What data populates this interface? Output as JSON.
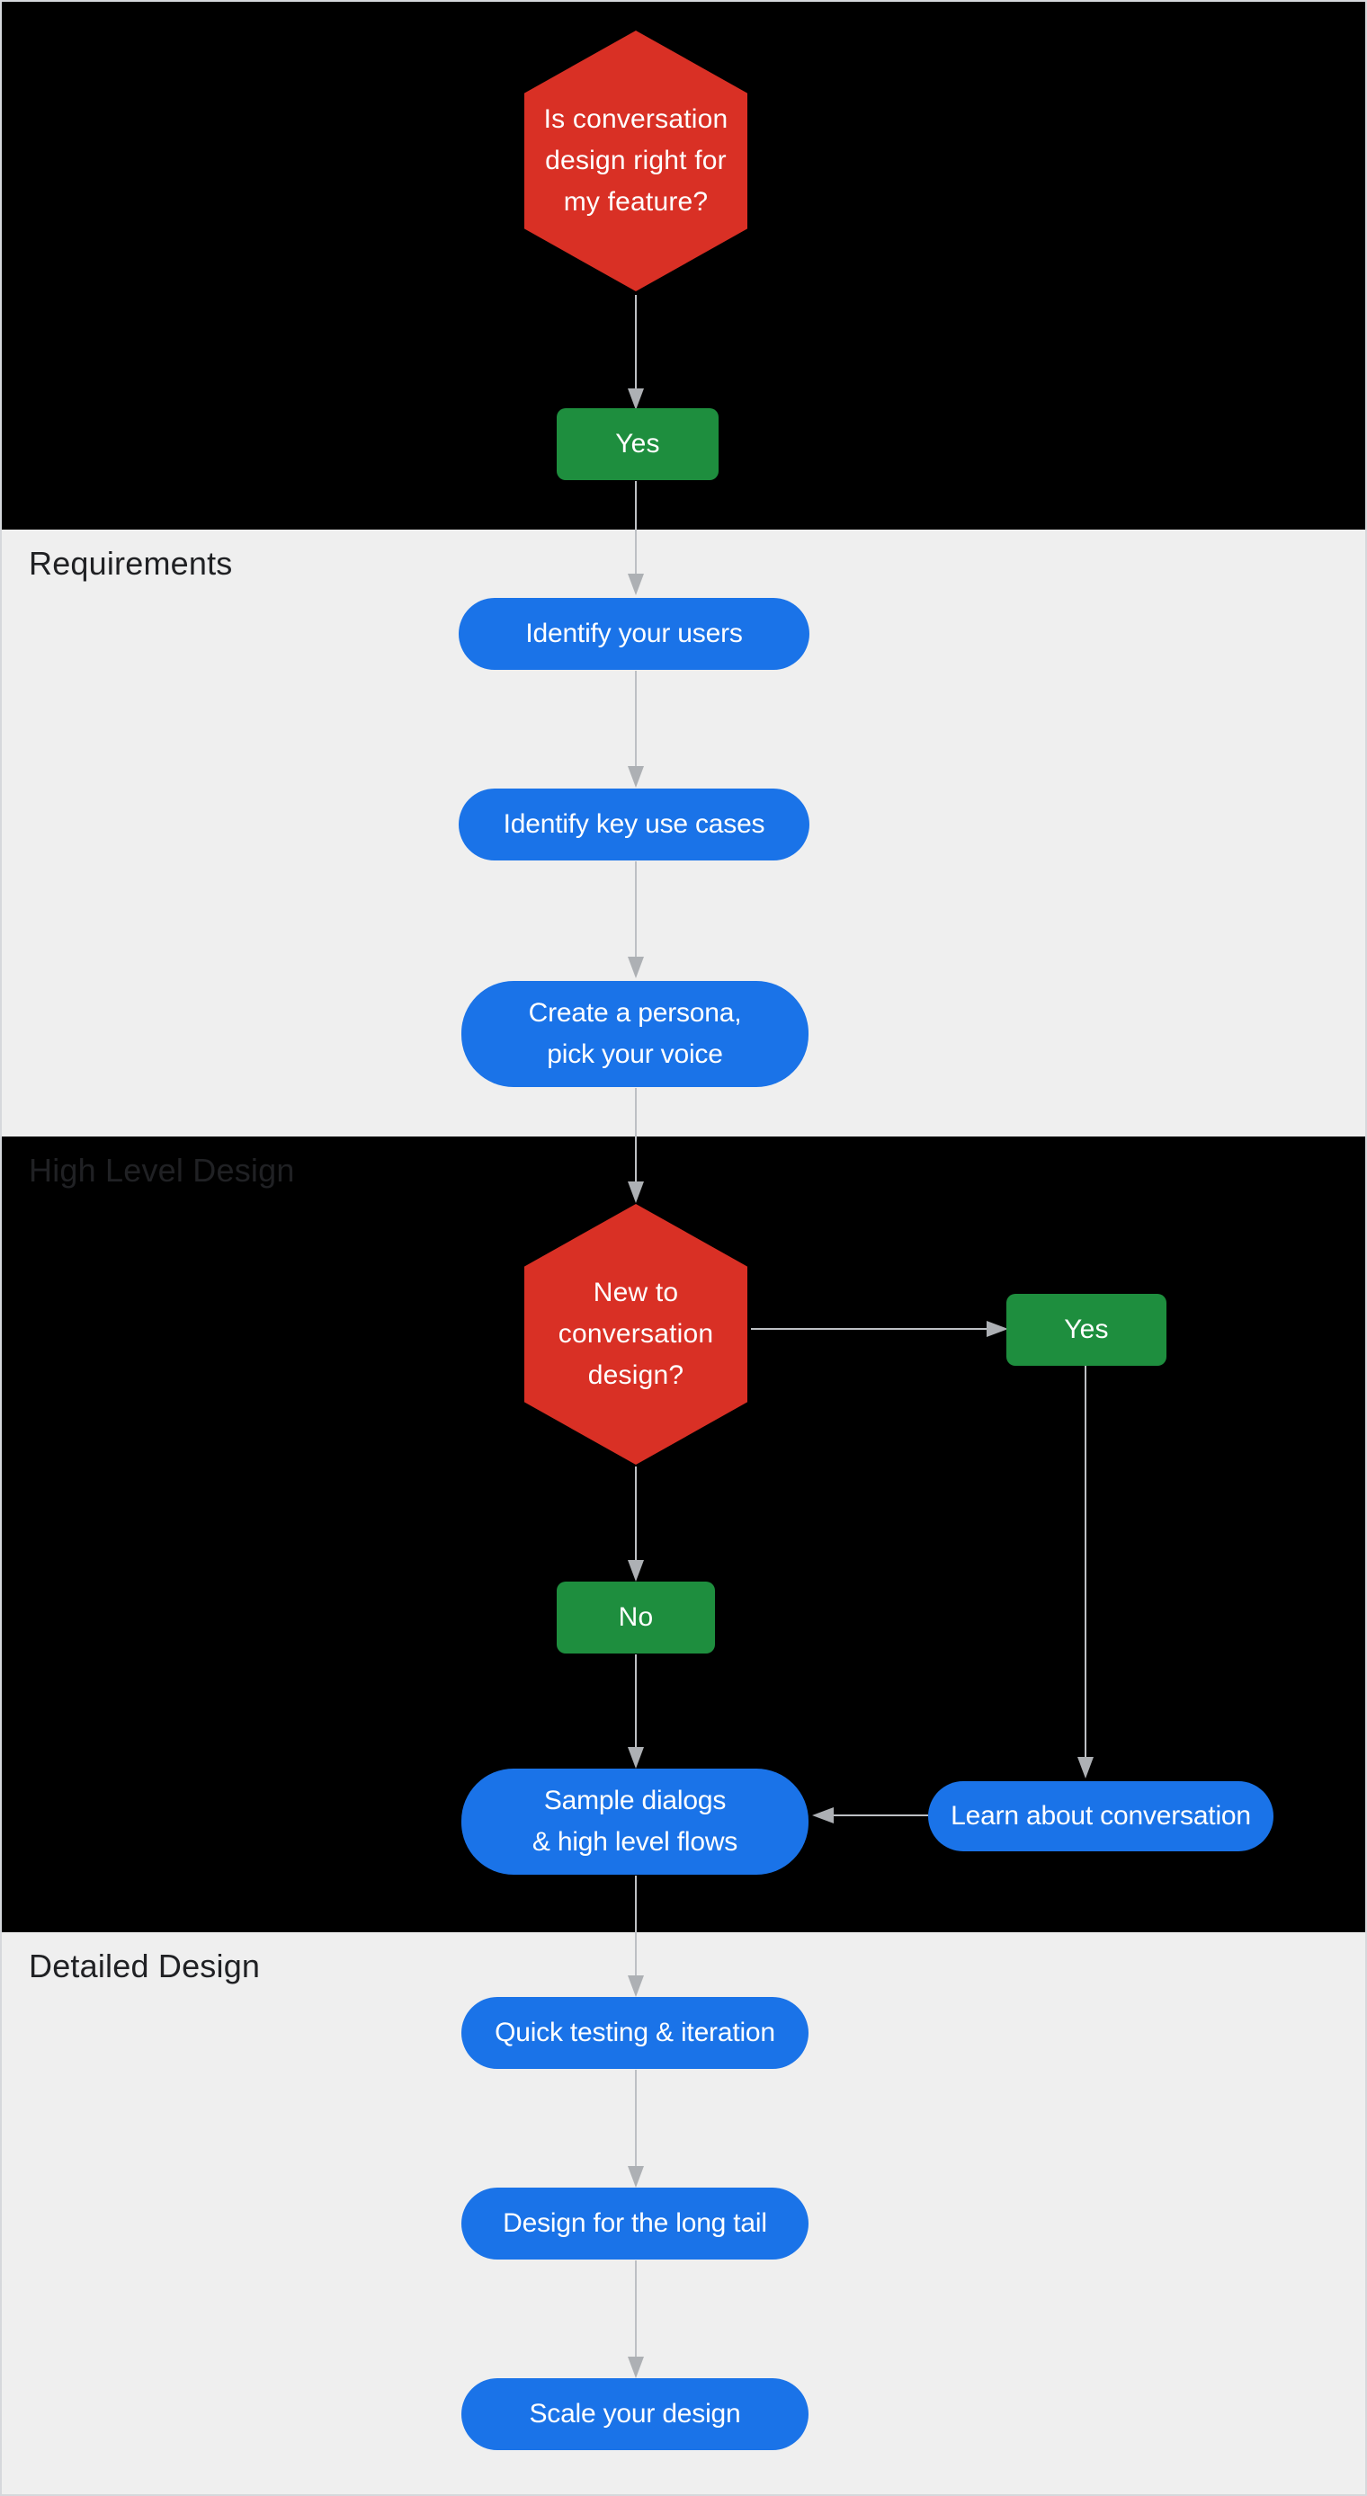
{
  "sections": {
    "requirements": {
      "label": "Requirements"
    },
    "high_level_design": {
      "label": "High Level Design"
    },
    "detailed_design": {
      "label": "Detailed Design"
    }
  },
  "nodes": {
    "decision_is_cd_right": {
      "label": "Is conversation\ndesign right for\nmy feature?"
    },
    "answer_yes_1": {
      "label": "Yes"
    },
    "step_identify_users": {
      "label": "Identify your users"
    },
    "step_identify_use_cases": {
      "label": "Identify key use cases"
    },
    "step_create_persona": {
      "label": "Create a persona,\npick your voice"
    },
    "decision_new_to_cd": {
      "label": "New to\nconversation\ndesign?"
    },
    "answer_yes_2": {
      "label": "Yes"
    },
    "answer_no": {
      "label": "No"
    },
    "step_sample_dialogs": {
      "label": "Sample dialogs\n& high level flows"
    },
    "step_learn_conversation": {
      "label": "Learn about conversation"
    },
    "step_quick_testing": {
      "label": "Quick testing & iteration"
    },
    "step_long_tail": {
      "label": "Design for the long tail"
    },
    "step_scale_design": {
      "label": "Scale your design"
    }
  },
  "colors": {
    "decision_red": "#d93025",
    "answer_green": "#1e8e3e",
    "step_blue": "#1a73e8",
    "arrow_gray": "#bdc0c4",
    "arrowhead_gray": "#adb0b4",
    "section_dark_bg": "#000000",
    "section_light_bg": "#efefef",
    "section_label_text": "#202124",
    "node_text": "#ffffff"
  }
}
